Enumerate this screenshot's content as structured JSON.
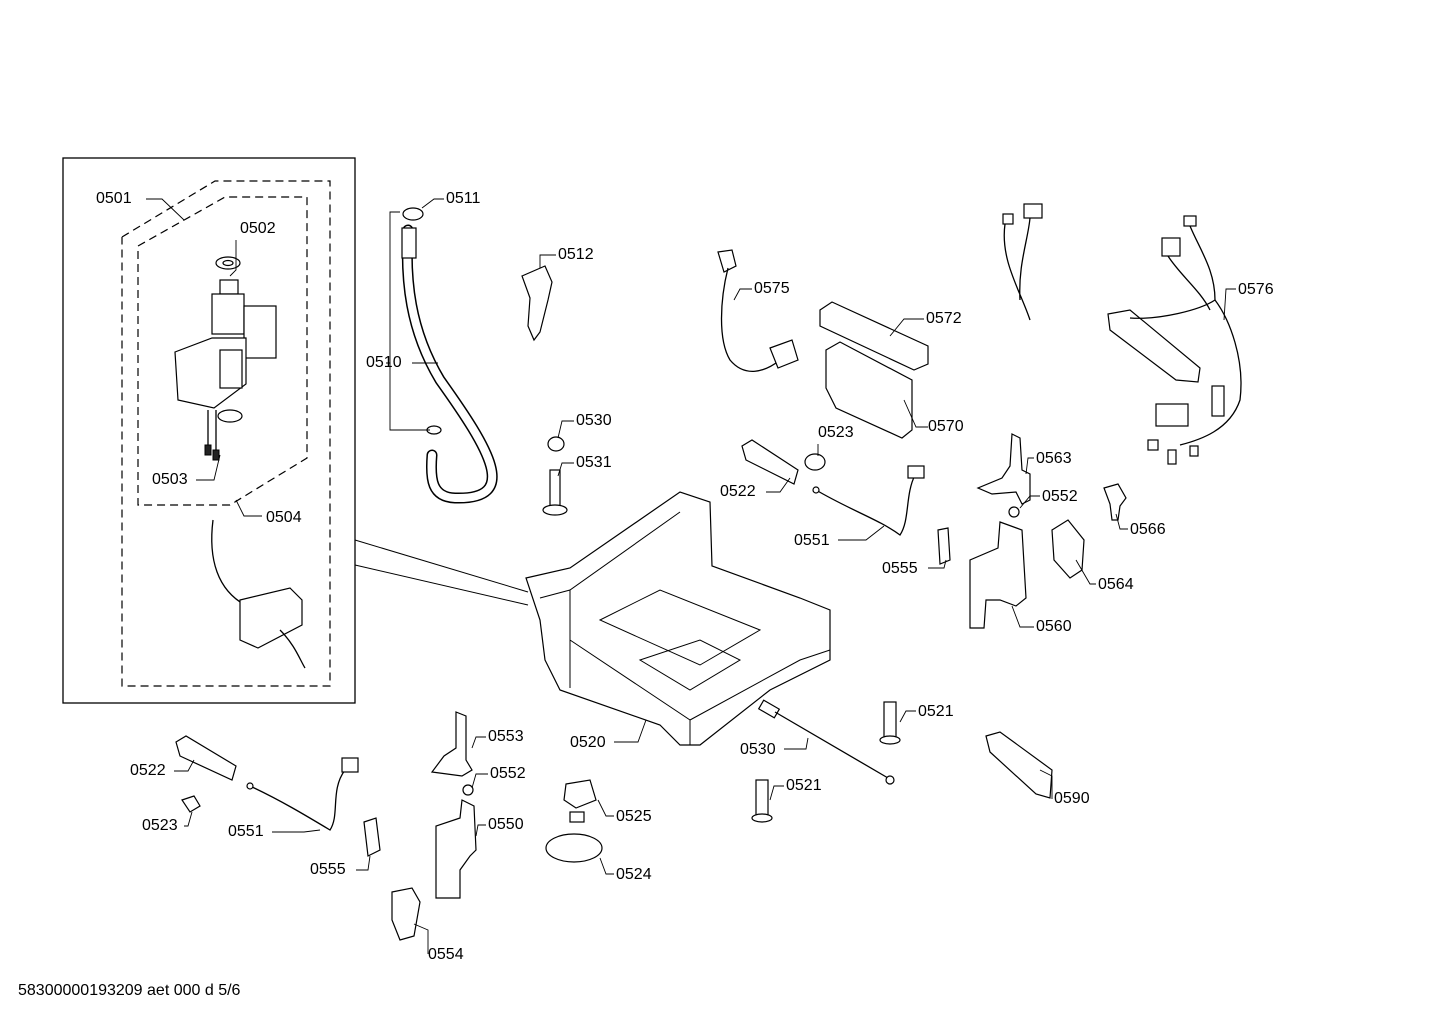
{
  "diagram": {
    "labels": {
      "p0501": "0501",
      "p0502": "0502",
      "p0503": "0503",
      "p0504": "0504",
      "p0510": "0510",
      "p0511": "0511",
      "p0512": "0512",
      "p0530a": "0530",
      "p0531": "0531",
      "p0575": "0575",
      "p0572": "0572",
      "p0570": "0570",
      "p0523a": "0523",
      "p0522a": "0522",
      "p0551a": "0551",
      "p0576": "0576",
      "p0563": "0563",
      "p0552a": "0552",
      "p0566": "0566",
      "p0555a": "0555",
      "p0564": "0564",
      "p0560": "0560",
      "p0520": "0520",
      "p0521a": "0521",
      "p0530b": "0530",
      "p0521b": "0521",
      "p0590": "0590",
      "p0553": "0553",
      "p0552b": "0552",
      "p0550": "0550",
      "p0525": "0525",
      "p0524": "0524",
      "p0522b": "0522",
      "p0523b": "0523",
      "p0551b": "0551",
      "p0555b": "0555",
      "p0554": "0554"
    },
    "footer": "58300000193209 aet 000 d 5/6"
  }
}
